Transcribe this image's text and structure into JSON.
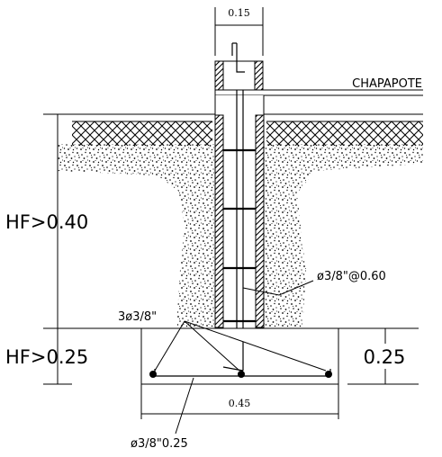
{
  "labels": {
    "top_width": "0.15",
    "chapapote": "CHAPAPOTE",
    "hf_upper": "HF>0.40",
    "hf_lower": "HF>0.25",
    "stirrup_spec": "ø3/8\"@0.60",
    "bars_spec": "3ø3/8\"",
    "footing_height": "0.25",
    "footing_width": "0.45",
    "bottom_bar_spec": "ø3/8\"0.25"
  }
}
